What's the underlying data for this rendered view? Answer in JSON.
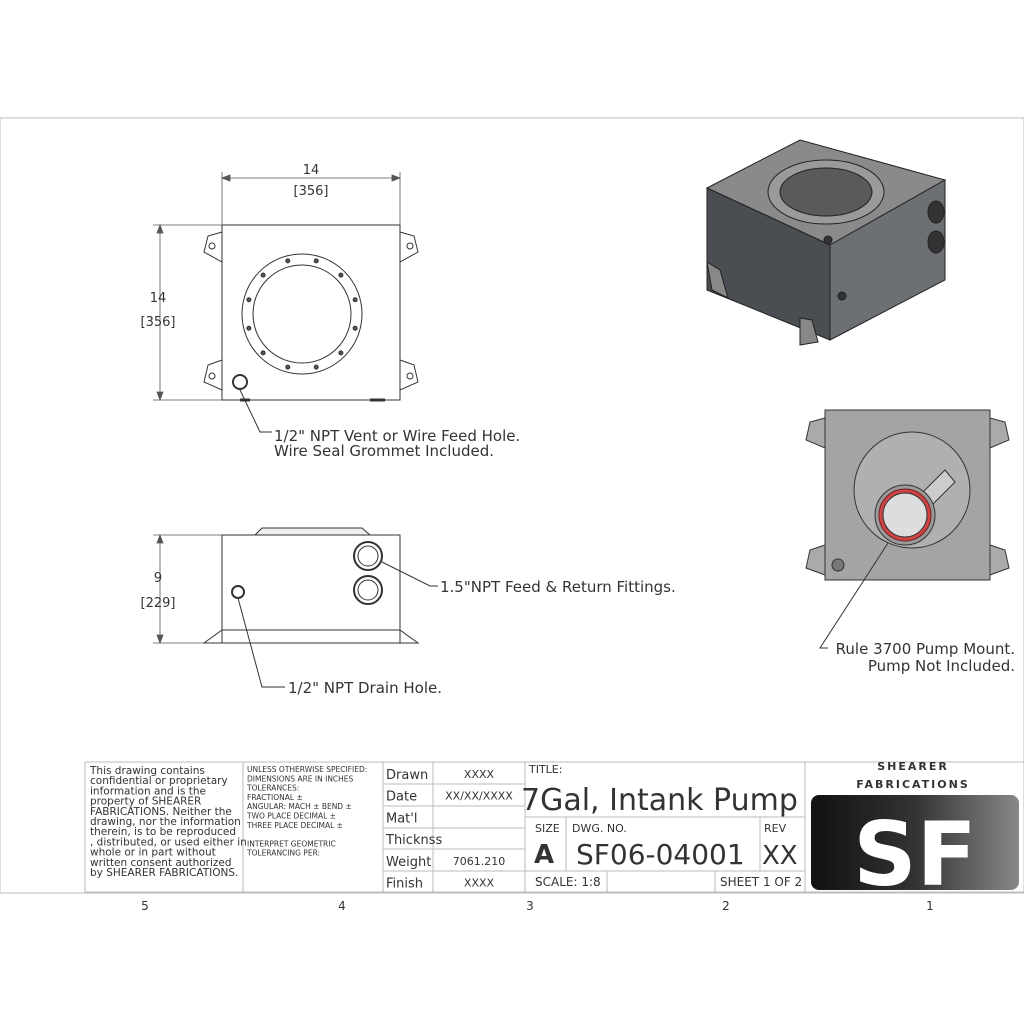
{
  "dimensions": {
    "top_width": "14",
    "top_width_mm": "[356]",
    "top_depth": "14",
    "top_depth_mm": "[356]",
    "height": "9",
    "height_mm": "[229]"
  },
  "callouts": {
    "vent_line1": "1/2\" NPT Vent or Wire Feed Hole.",
    "vent_line2": "Wire Seal Grommet Included.",
    "fittings": "1.5\"NPT Feed & Return Fittings.",
    "drain": "1/2\" NPT Drain Hole.",
    "pump_line1": "Rule 3700 Pump Mount.",
    "pump_line2": "Pump Not Included."
  },
  "title_block": {
    "notice": [
      "This drawing contains",
      "confidential or proprietary",
      "information and is the",
      "property of SHEARER",
      "FABRICATIONS. Neither the",
      "drawing, nor the information",
      "therein, is to be reproduced",
      ", distributed, or used either in",
      "whole or in part without",
      "written consent authorized",
      "by SHEARER FABRICATIONS."
    ],
    "tolerances": [
      "UNLESS OTHERWISE SPECIFIED:",
      "DIMENSIONS ARE IN INCHES",
      "TOLERANCES:",
      "FRACTIONAL ±",
      "ANGULAR: MACH ±    BEND ±",
      "TWO PLACE DECIMAL    ±",
      "THREE PLACE DECIMAL  ±",
      "",
      "INTERPRET GEOMETRIC",
      "TOLERANCING PER:"
    ],
    "fields": [
      {
        "label": "Drawn",
        "value": "XXXX"
      },
      {
        "label": "Date",
        "value": "XX/XX/XXXX"
      },
      {
        "label": "Mat'l",
        "value": ""
      },
      {
        "label": "Thicknss",
        "value": ""
      },
      {
        "label": "Weight",
        "value": "7061.210"
      },
      {
        "label": "Finish",
        "value": "XXXX"
      }
    ],
    "title_label": "TITLE:",
    "title": "7Gal, Intank Pump",
    "size_label": "SIZE",
    "size": "A",
    "dwg_label": "DWG.  NO.",
    "dwg_no": "SF06-04001",
    "rev_label": "REV",
    "rev": "XX",
    "scale": "SCALE: 1:8",
    "sheet": "SHEET 1 OF 2",
    "company_line1": "SHEARER",
    "company_line2": "FABRICATIONS",
    "logo_text": "SF"
  },
  "zones": [
    "5",
    "4",
    "3",
    "2",
    "1"
  ]
}
